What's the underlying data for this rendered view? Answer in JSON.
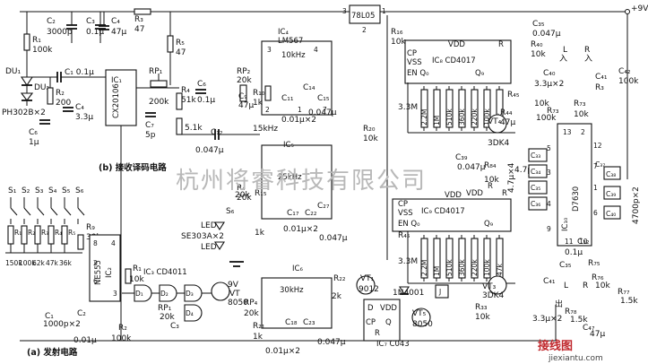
{
  "power": {
    "vcc_label": "+9V"
  },
  "titles": {
    "receiver": "(b) 接收译码电路",
    "transmitter": "(a) 发射电路"
  },
  "decoder_labels": {
    "tone1": "15kHz"
  },
  "components": {
    "r1": [
      "R₁",
      "100k"
    ],
    "c2": [
      "C₂",
      "3000p"
    ],
    "c3": [
      "C₃",
      "0.1μ"
    ],
    "c4": [
      "C₄",
      "47μ"
    ],
    "r3": [
      "R₃",
      "47"
    ],
    "r5": [
      "R₅",
      "47"
    ],
    "du1": "DU₁",
    "du2": "DU₂",
    "photodiode_part": "PH302B×2",
    "c1": "C₁ 0.1μ",
    "r2": [
      "R₂",
      "200"
    ],
    "c4b": [
      "C₄",
      "3.3μ"
    ],
    "c6": [
      "C₆",
      "1μ"
    ],
    "ic1": [
      "IC₁",
      "CX20106"
    ],
    "rp1": [
      "RP₁",
      "200k"
    ],
    "r4": [
      "R₄",
      "51k"
    ],
    "c6b": [
      "C₆",
      "0.1μ"
    ],
    "c7": [
      "C₇",
      "5p"
    ],
    "r8": [
      "5.1k"
    ],
    "c12": [
      "C₁₂",
      "0.047μ"
    ],
    "ic4": {
      "0": "IC₄",
      "1": "LM567",
      "2": "10kHz",
      "pins": [
        "3",
        "4",
        "2",
        "1",
        "7"
      ]
    },
    "ic5": [
      "IC₅",
      "25kHz"
    ],
    "ic6": [
      "IC₆",
      "30kHz"
    ],
    "rp2": [
      "RP₂",
      "20k"
    ],
    "c9": [
      "C₉",
      "47μ"
    ],
    "r10": [
      "R₁₀",
      "1k"
    ],
    "c11": "C₁₁",
    "c14": "C₁₄",
    "c15": "C₁₅",
    "c_ic4_bottom": [
      "0.01μ×2",
      "0.047μ"
    ],
    "rp3": "20k",
    "r15": [
      "R₁₅",
      "1k"
    ],
    "c_ic5": [
      "C₁₇",
      "C₂₂",
      "C₂₇",
      "0.01μ×2",
      "0.047μ"
    ],
    "rp4": [
      "RP₄",
      "20k"
    ],
    "r21": [
      "R₂₁",
      "1k"
    ],
    "c_ic6": [
      "C₁₈",
      "C₂₃",
      "0.01μ×2",
      "0.047μ"
    ],
    "r22": [
      "R₂₂",
      "2k"
    ],
    "reg": {
      "pin_in": "3",
      "name": "78L05",
      "pin_out": "1",
      "pin_gnd": "2"
    },
    "r16": [
      "R₁₆",
      "10k"
    ],
    "r20": [
      "R₂₀",
      "10k"
    ],
    "ic8": {
      "vdd": "VDD",
      "r": "R",
      "cp": "CP",
      "vss": "VSS",
      "name": "IC₈ CD4017",
      "en": "EN Q₀",
      "q": "Q₉"
    },
    "ic9": {
      "cp": "CP",
      "vss": "VSS",
      "name": "IC₉ CD4017",
      "en": "EN Q₀",
      "q": "Q₉",
      "vdd": "VDD",
      "r": "R"
    },
    "c35": [
      "C₃₅",
      "0.047μ"
    ],
    "r40": [
      "R₄₀",
      "10k"
    ],
    "vt4": [
      "VT₄",
      "3DK4"
    ],
    "r44": [
      "R₄₄",
      "47μ"
    ],
    "c39": [
      "C₃₉",
      "0.047μ"
    ],
    "r84": [
      "R₈₄",
      "10k"
    ],
    "ic9_vdd_mid": "VDD",
    "ic9_r_mid": "R",
    "vt3": [
      "VT₃",
      "3DK4"
    ],
    "r33": [
      "R₃₃",
      "10k"
    ],
    "c46": "4.7μ×4",
    "ic10": {
      "name": "D7630",
      "id": "IC₁₀",
      "pins": [
        "13",
        "2",
        "5",
        "3",
        "4",
        "9",
        "12",
        "7",
        "1",
        "6",
        "11",
        "10"
      ]
    },
    "r9": [
      "R₉",
      "30k"
    ],
    "ic2": {
      "name": "NE555",
      "id": "IC₂",
      "pins": [
        "8",
        "4",
        "2",
        "6",
        "3"
      ]
    },
    "c1_tx": [
      "C₁",
      "1000p×2"
    ],
    "c2_tx": [
      "C₂",
      "0.01μ"
    ],
    "r2_tx": [
      "R₂",
      "100k"
    ],
    "r1_tx": [
      "R₁",
      "10k"
    ],
    "ic3": "IC₃ CD4011",
    "rp1_tx": [
      "RP₁",
      "20k"
    ],
    "c3_tx": "C₃",
    "vt_tx": [
      "VT",
      "8050"
    ],
    "led": [
      "LED",
      "SE303A×2"
    ],
    "sb": "S₆",
    "battery": "9V",
    "r4_tx": [
      "R₄",
      "20k"
    ],
    "vt1": [
      "VT₁",
      "9012"
    ],
    "diode": "1N4001",
    "relay": "J",
    "ic7": {
      "d": "D",
      "vdd": "VDD",
      "cp": "CP",
      "q": "Q",
      "r": "R",
      "name": "IC₇ C043"
    },
    "vt5": [
      "VT₅",
      "8050"
    ]
  },
  "ladder1": {
    "first": "3.3M",
    "values": [
      "2.2M",
      "1M",
      "510k",
      "360k",
      "220k",
      "100k",
      "47k"
    ],
    "r_end": "R₄₅"
  },
  "ladder2": {
    "first": "3.3M",
    "values": [
      "2.2M",
      "1M",
      "510k",
      "360k",
      "220k",
      "100k",
      "47k"
    ],
    "r_top": "R₄₅"
  },
  "capbank_left": [
    "C₃₃",
    "C₃₄",
    "C₃₅",
    "C₃₆"
  ],
  "capbank_left_value": "4.7μ×4",
  "capbank_right": [
    "C₃₇",
    "C₃₈",
    "C₃₉",
    "C₄₀"
  ],
  "capbank_right_value": "4700p×2",
  "d7630_top": {
    "c40": [
      "C₄₀",
      "3.3μ×2"
    ],
    "l_label": "L",
    "l_in": "入",
    "r_label": "R",
    "r_in": "入",
    "c41": "C₄₁",
    "r41": "R₃",
    "c42": [
      "C₄₂",
      "100k"
    ],
    "r_left": [
      "10k",
      "R₇₃",
      "100k"
    ],
    "r_right": [
      "R₇₃",
      "10k"
    ]
  },
  "d7630_bottom": {
    "c_top": "C₃₂",
    "c_top_val": "0.1μ",
    "r_a": "R₇₅",
    "c_a": "C₃₅",
    "r_b": "R₇₆",
    "r_b_val": "10k",
    "c_b": "C₄₁",
    "l_label": "L",
    "r_label": "R",
    "r_c": "R₇₇",
    "r_c_val": "1.5k",
    "out": "出",
    "r_d": "R₇₈",
    "r_d_val": "1.5k",
    "c_c": "3.3μ×2",
    "c_d": "C₄₇",
    "c_d_val": "47μ"
  },
  "switches": {
    "names": [
      "S₁",
      "S₂",
      "S₃",
      "S₄",
      "S₅",
      "S₆"
    ],
    "resistors": [
      "R₁",
      "R₂",
      "R₃",
      "R₄",
      "R₅"
    ],
    "values": [
      "150k",
      "100k",
      "62k",
      "47k",
      "36k"
    ]
  },
  "gates": {
    "d1": "D₁",
    "d2": "D₂",
    "d3": "D₃",
    "d4": "D₄"
  },
  "watermark": {
    "text": "杭州将睿科技有限公司"
  },
  "logo": {
    "cn": "接线图",
    "url": "jiexiantu.com"
  }
}
